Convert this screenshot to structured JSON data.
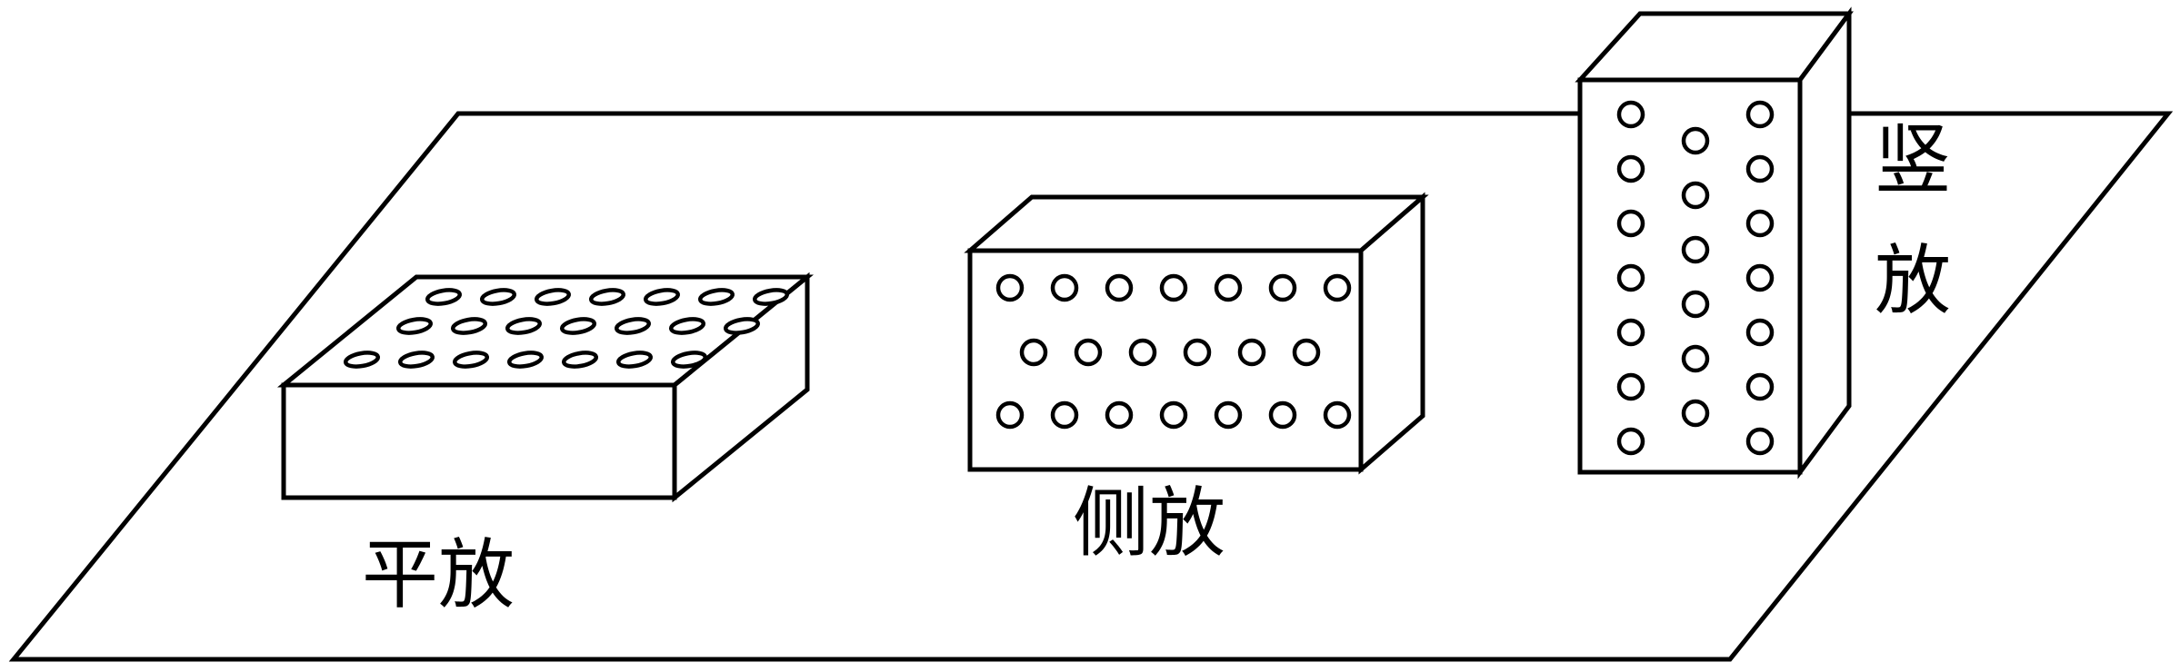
{
  "labels": {
    "flat": "平放",
    "side": "侧放",
    "vertical_top": "竖",
    "vertical_bottom": "放"
  },
  "colors": {
    "stroke": "#000000",
    "background": "#ffffff"
  },
  "bricks": {
    "flat": {
      "hole_rows": [
        7,
        7,
        7
      ]
    },
    "side": {
      "hole_rows": [
        7,
        6,
        7
      ]
    },
    "vertical": {
      "hole_columns": [
        7,
        6,
        7
      ]
    }
  }
}
